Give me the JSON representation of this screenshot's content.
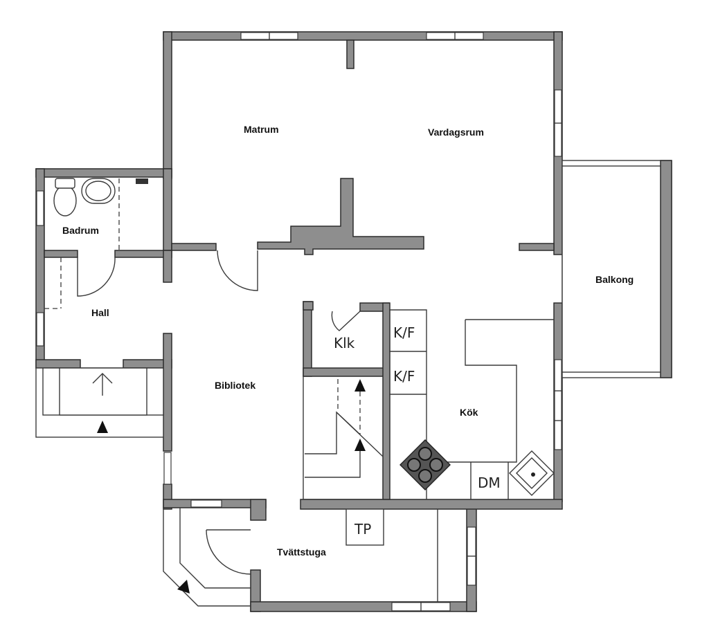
{
  "rooms": {
    "matrum": "Matrum",
    "vardagsrum": "Vardagsrum",
    "badrum": "Badrum",
    "hall": "Hall",
    "bibliotek": "Bibliotek",
    "kok": "Kök",
    "balkong": "Balkong",
    "tvattstuga": "Tvättstuga"
  },
  "fixtures": {
    "klk": "Klk",
    "kf_upper": "K/F",
    "kf_lower": "K/F",
    "dm": "DM",
    "tp": "TP"
  },
  "colors": {
    "wall_fill": "#8e8e8e",
    "wall_stroke": "#2c2c2c",
    "background": "#ffffff"
  }
}
